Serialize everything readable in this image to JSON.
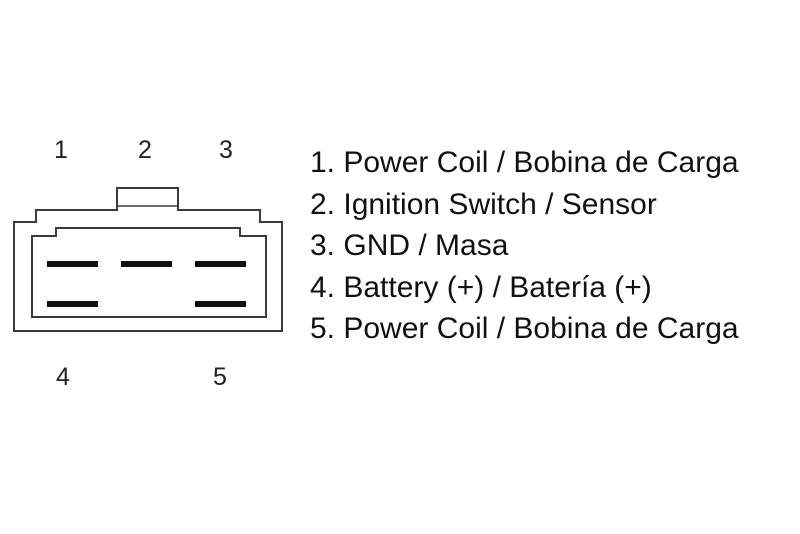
{
  "connector": {
    "top_pin_numbers": [
      "1",
      "2",
      "3"
    ],
    "bottom_pin_numbers": [
      "4",
      "5"
    ]
  },
  "legend": [
    "1. Power Coil / Bobina de Carga",
    "2. Ignition Switch / Sensor",
    "3. GND / Masa",
    "4. Battery (+) / Batería (+)",
    "5. Power Coil / Bobina de Carga"
  ],
  "colors": {
    "line": "#3a3a3a",
    "pin": "#111111",
    "background": "#ffffff"
  }
}
